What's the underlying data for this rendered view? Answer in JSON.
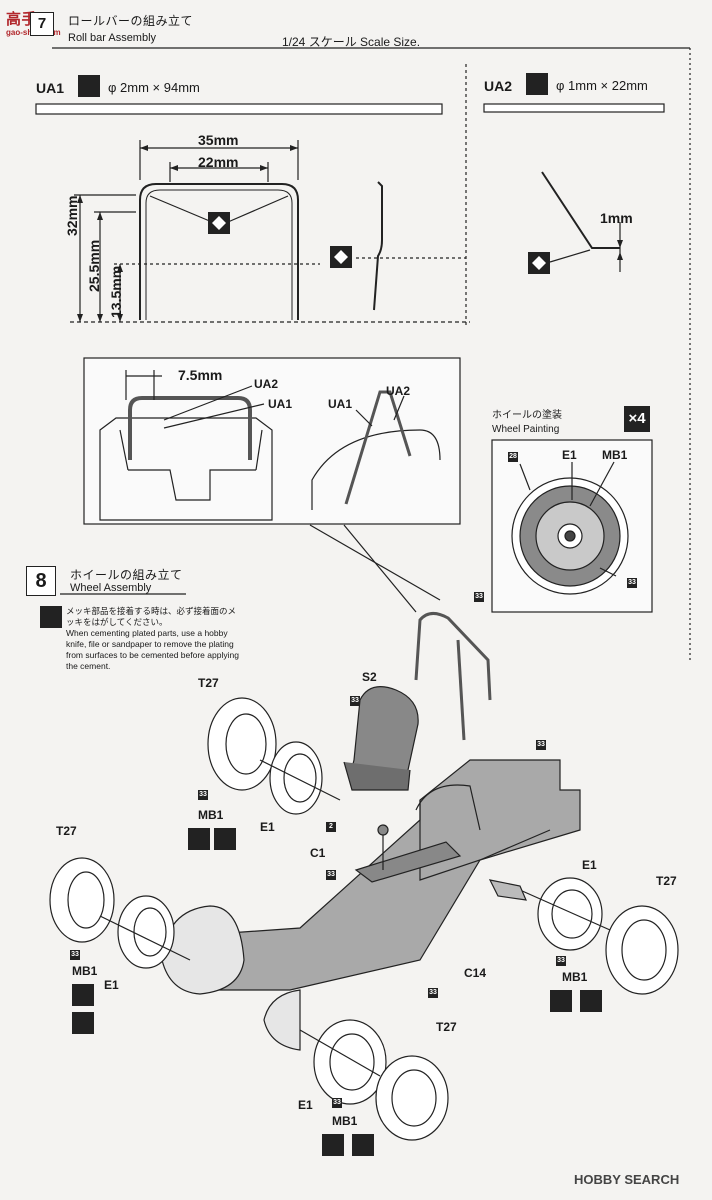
{
  "watermark": {
    "cn": "高手网",
    "url": "gao-shou.com"
  },
  "step7": {
    "number": "7",
    "title_jp": "ロールバーの組み立て",
    "title_en": "Roll bar Assembly"
  },
  "scale_note": "1/24 スケール  Scale Size.",
  "ua1": {
    "label": "UA1",
    "spec": "φ 2mm × 94mm"
  },
  "ua2": {
    "label": "UA2",
    "spec": "φ 1mm × 22mm"
  },
  "dims": {
    "d35": "35mm",
    "d22": "22mm",
    "d32": "32mm",
    "d255": "25.5mm",
    "d135": "13.5mm",
    "d1": "1mm",
    "d75": "7.5mm"
  },
  "detail_callouts": {
    "ua2_a": "UA2",
    "ua1_a": "UA1",
    "ua1_b": "UA1",
    "ua2_b": "UA2"
  },
  "wheel_painting": {
    "title_jp": "ホイールの塗装",
    "title_en": "Wheel Painting",
    "count": "×4",
    "e1": "E1",
    "mb1": "MB1",
    "c28": "28",
    "c33": "33"
  },
  "step8": {
    "number": "8",
    "title_jp": "ホイールの組み立て",
    "title_en": "Wheel Assembly",
    "note_jp": "メッキ部品を接着する時は、必ず接着面のメッキをはがしてください。",
    "note_en": "When cementing plated parts, use a hobby knife, file or sandpaper to remove the plating from surfaces to be cemented before applying the cement."
  },
  "parts": {
    "t27": "T27",
    "mb1": "MB1",
    "e1": "E1",
    "s2": "S2",
    "c1": "C1",
    "c14": "C14",
    "n33": "33",
    "n2": "2"
  },
  "footer": {
    "brand": "HOBBY SEARCH"
  }
}
